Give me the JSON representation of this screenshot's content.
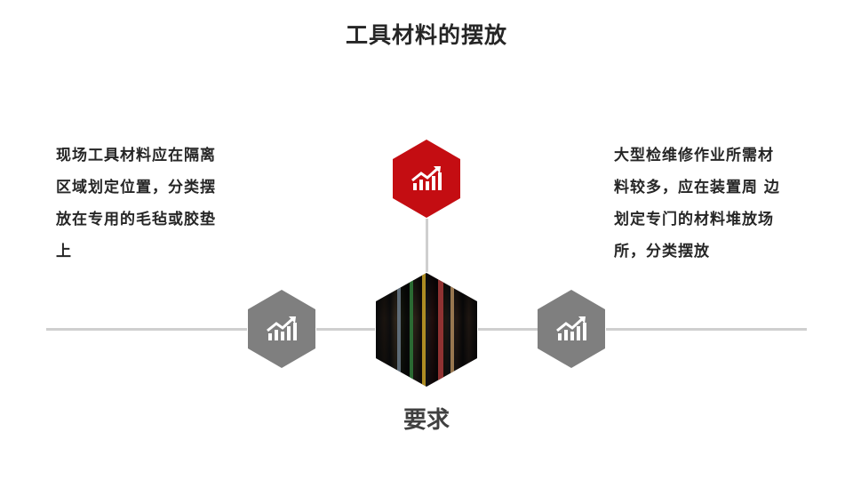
{
  "slide": {
    "title": "工具材料的摆放",
    "left_text": [
      "现场工具材料应在隔离",
      "区域划定位置，分类摆",
      "放在专用的毛毡或胶垫",
      "上"
    ],
    "right_text": [
      "大型检维修作业所需材",
      "料较多，应在装置周 边",
      "划定专门的材料堆放场",
      "所，分类摆放"
    ],
    "center_label": "要求",
    "icons": {
      "top": "growth-chart-icon",
      "left": "growth-chart-icon",
      "right": "growth-chart-icon"
    },
    "colors": {
      "accent_red": "#c40d12",
      "hex_grey": "#7f7f7f",
      "line_grey": "#cfcfcf"
    }
  }
}
